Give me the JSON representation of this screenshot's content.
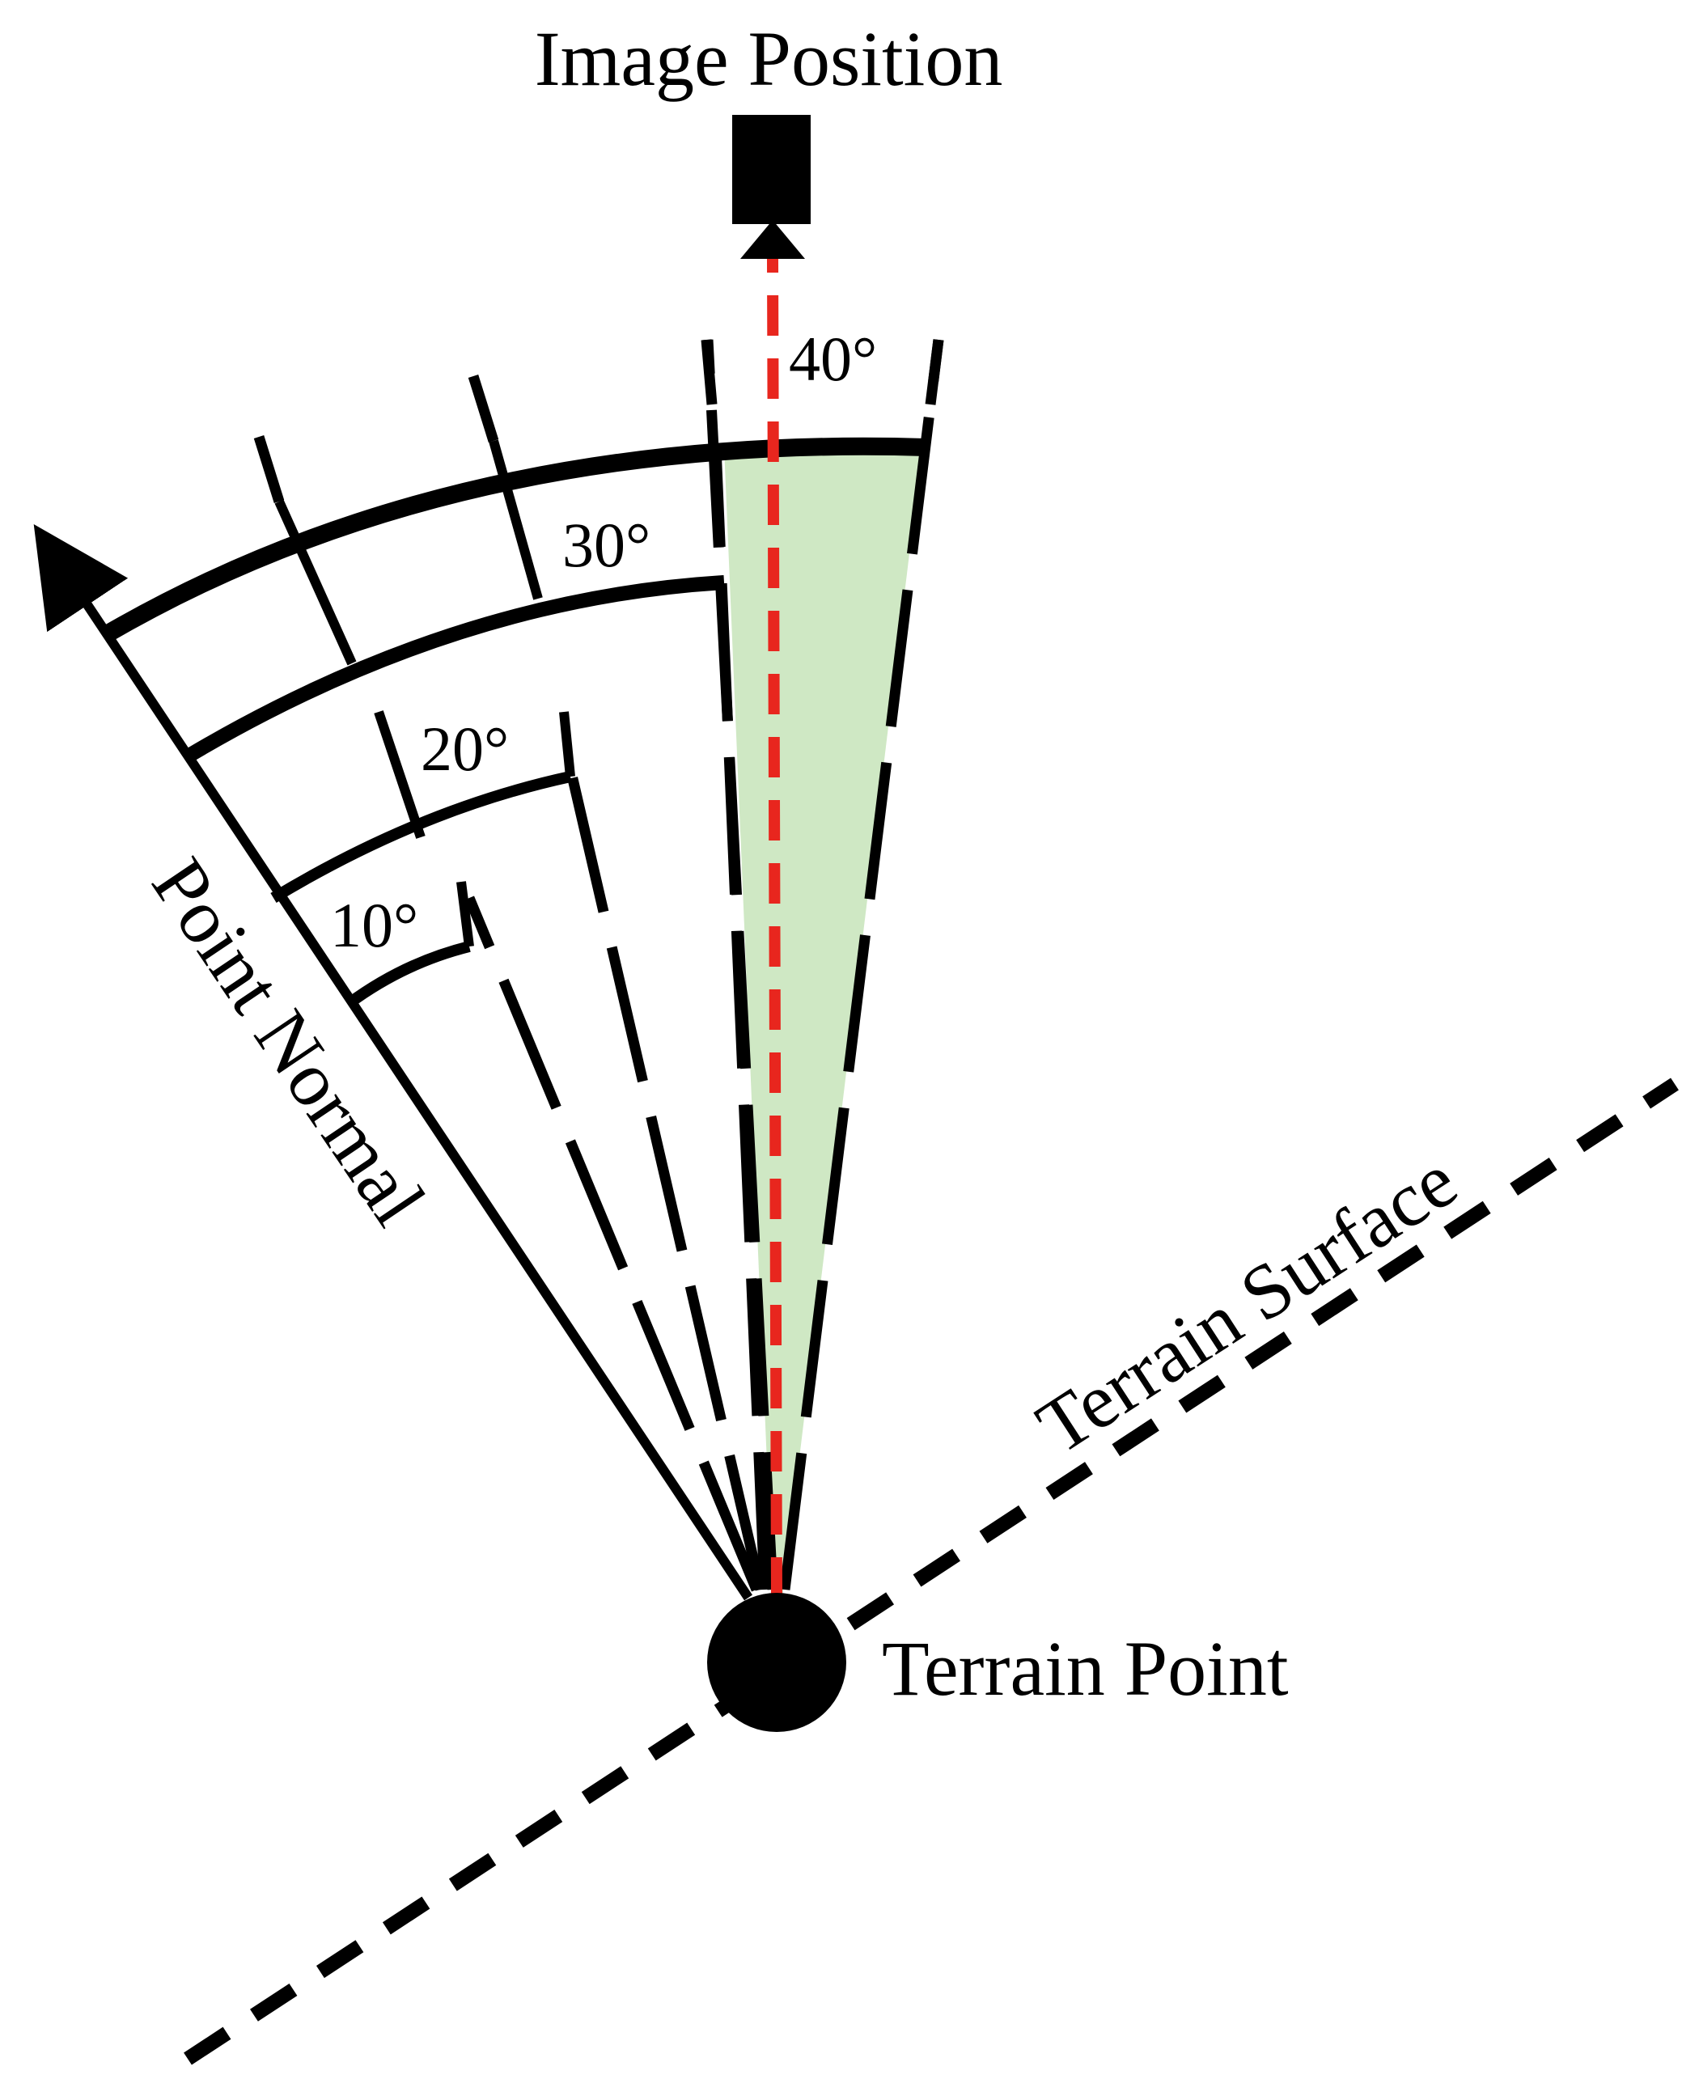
{
  "labels": {
    "image_position": "Image Position",
    "point_normal": "Point Normal",
    "terrain_surface": "Terrain Surface",
    "terrain_point": "Terrain Point"
  },
  "angles": [
    {
      "text": "10°",
      "value": 10
    },
    {
      "text": "20°",
      "value": 20
    },
    {
      "text": "30°",
      "value": 30
    },
    {
      "text": "40°",
      "value": 40
    }
  ],
  "icons": {
    "camera": "camera-icon",
    "terrain_point": "terrain-point-marker"
  },
  "colors": {
    "ink": "#000000",
    "view_ray": "#e8261e",
    "cone_fill": "#cfe8c4",
    "background": "#ffffff"
  }
}
